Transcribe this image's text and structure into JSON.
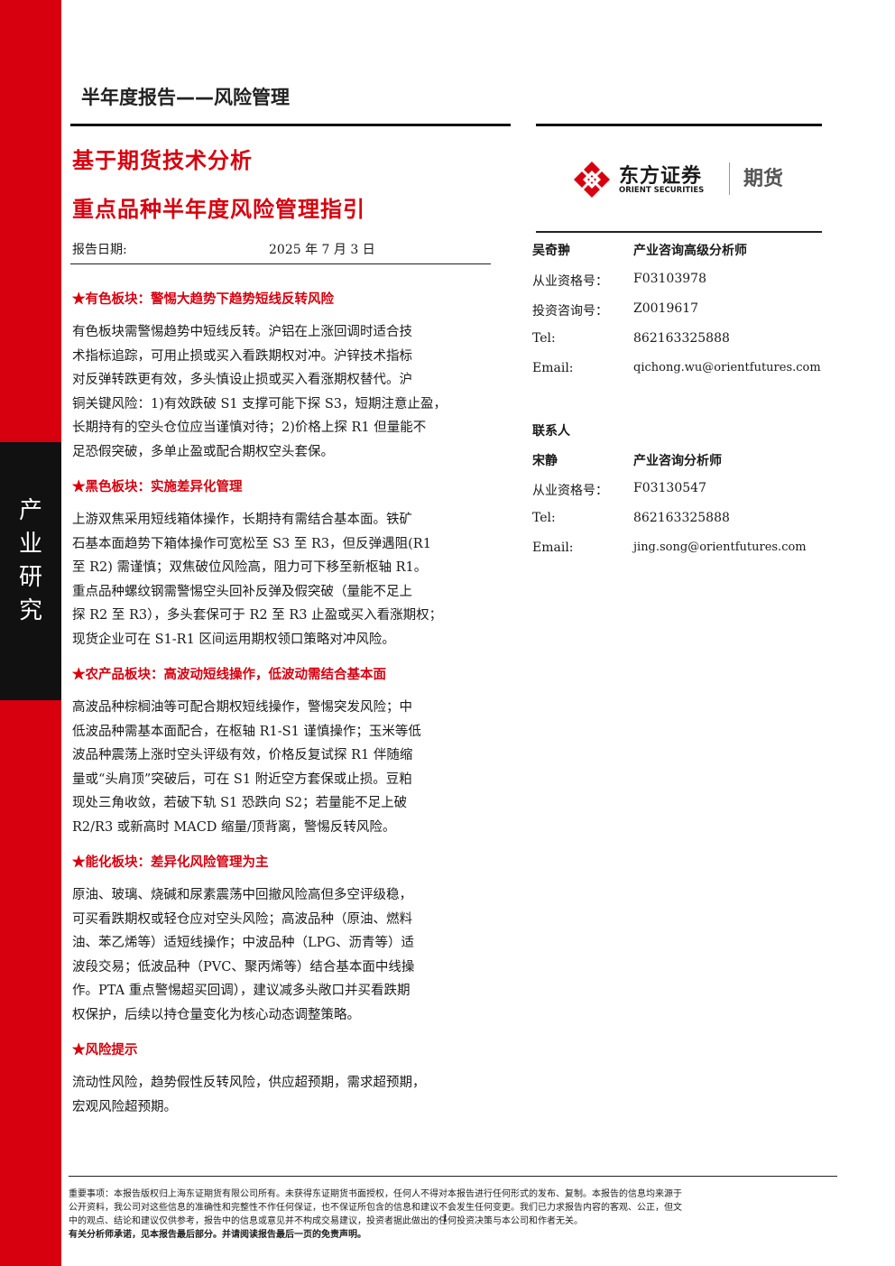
{
  "sidebar": {
    "label_chars": [
      "产",
      "业",
      "研",
      "究"
    ]
  },
  "header": {
    "title": "半年度报告——风险管理"
  },
  "title": {
    "line1": "基于期货技术分析",
    "line2": "重点品种半年度风险管理指引"
  },
  "logo": {
    "cn": "东方证券",
    "en": "ORIENT SECURITIES",
    "suffix": "期货",
    "brand_color": "#d7000f"
  },
  "report": {
    "date_label": "报告日期:",
    "date_value": "2025 年 7 月 3 日"
  },
  "sections": [
    {
      "heading": "★有色板块：警惕大趋势下趋势短线反转风险",
      "lines": [
        "有色板块需警惕趋势中短线反转。沪铝在上涨回调时适合技",
        "术指标追踪，可用止损或买入看跌期权对冲。沪锌技术指标",
        "对反弹转跌更有效，多头慎设止损或买入看涨期权替代。沪",
        "铜关键风险：1)有效跌破 S1 支撑可能下探 S3，短期注意止盈，",
        "长期持有的空头仓位应当谨慎对待；2)价格上探 R1 但量能不",
        "足恐假突破，多单止盈或配合期权空头套保。"
      ]
    },
    {
      "heading": "★黑色板块：实施差异化管理",
      "lines": [
        "上游双焦采用短线箱体操作，长期持有需结合基本面。铁矿",
        "石基本面趋势下箱体操作可宽松至 S3 至 R3，但反弹遇阻(R1",
        "至 R2) 需谨慎；双焦破位风险高，阻力可下移至新枢轴 R1。",
        "重点品种螺纹钢需警惕空头回补反弹及假突破（量能不足上",
        "探 R2 至 R3），多头套保可于 R2 至 R3 止盈或买入看涨期权；",
        "现货企业可在 S1-R1 区间运用期权领口策略对冲风险。"
      ]
    },
    {
      "heading": "★农产品板块：高波动短线操作，低波动需结合基本面",
      "lines": [
        "高波品种棕榈油等可配合期权短线操作，警惕突发风险；中",
        "低波品种需基本面配合，在枢轴 R1-S1 谨慎操作；玉米等低",
        "波品种震荡上涨时空头评级有效，价格反复试探 R1 伴随缩",
        "量或“头肩顶”突破后，可在 S1 附近空方套保或止损。豆粕",
        "现处三角收敛，若破下轨 S1 恐跌向 S2；若量能不足上破",
        "R2/R3 或新高时 MACD 缩量/顶背离，警惕反转风险。"
      ]
    },
    {
      "heading": "★能化板块：差异化风险管理为主",
      "lines": [
        "原油、玻璃、烧碱和尿素震荡中回撤风险高但多空评级稳，",
        "可买看跌期权或轻仓应对空头风险；高波品种（原油、燃料",
        "油、苯乙烯等）适短线操作；中波品种（LPG、沥青等）适",
        "波段交易；低波品种（PVC、聚丙烯等）结合基本面中线操",
        "作。PTA 重点警惕超买回调），建议减多头敞口并买看跌期",
        "权保护，后续以持仓量变化为核心动态调整策略。"
      ]
    },
    {
      "heading": "★风险提示",
      "lines": [
        "流动性风险，趋势假性反转风险，供应超预期，需求超预期，",
        "宏观风险超预期。"
      ]
    }
  ],
  "analyst": {
    "name": "吴奇翀",
    "title": "产业咨询高级分析师",
    "rows": [
      {
        "label": "从业资格号：",
        "value": "F03103978"
      },
      {
        "label": "投资咨询号：",
        "value": "Z0019617"
      },
      {
        "label": "Tel:",
        "value": "862163325888"
      },
      {
        "label": "Email:",
        "value": "qichong.wu@orientfutures.com"
      }
    ]
  },
  "contact": {
    "heading": "联系人",
    "name": "宋静",
    "title": "产业咨询分析师",
    "rows": [
      {
        "label": "从业资格号：",
        "value": "F03130547"
      },
      {
        "label": "Tel:",
        "value": "862163325888"
      },
      {
        "label": "Email:",
        "value": "jing.song@orientfutures.com"
      }
    ]
  },
  "footer": {
    "lines": [
      "重要事项：本报告版权归上海东证期货有限公司所有。未获得东证期货书面授权，任何人不得对本报告进行任何形式的发布、复制。本报告的信息均来源于",
      "公开资料，我公司对这些信息的准确性和完整性不作任何保证，也不保证所包含的信息和建议不会发生任何变更。我们已力求报告内容的客观、公正，但文",
      "中的观点、结论和建议仅供参考，报告中的信息或意见并不构成交易建议，投资者据此做出的任何投资决策与本公司和作者无关。"
    ],
    "last_line": "有关分析师承诺，见本报告最后部分。并请阅读报告最后一页的免责声明。",
    "page_number": "1"
  }
}
